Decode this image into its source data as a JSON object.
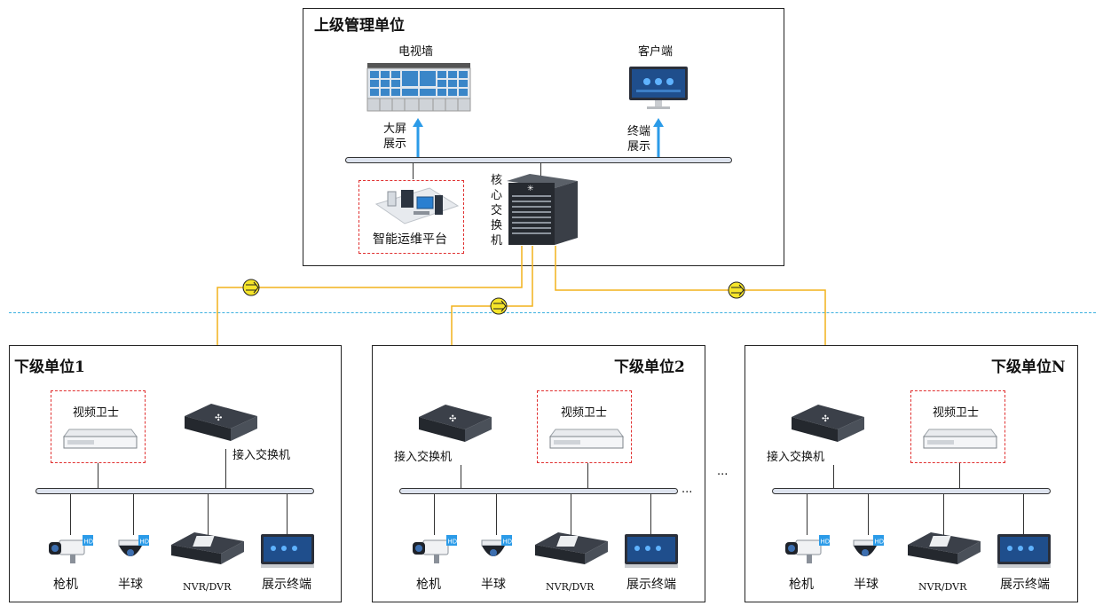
{
  "top_unit": {
    "title": "上级管理单位",
    "tv_wall_label": "电视墙",
    "client_label": "客户端",
    "big_screen_label_1": "大屏",
    "big_screen_label_2": "展示",
    "terminal_label_1": "终端",
    "terminal_label_2": "展示",
    "ops_platform_label": "智能运维平台",
    "core_switch_label": [
      "核",
      "心",
      "交",
      "换",
      "机"
    ]
  },
  "units": [
    {
      "title": "下级单位1",
      "guard_label": "视频卫士",
      "switch_label": "接入交换机",
      "devices": [
        "枪机",
        "半球",
        "NVR/DVR",
        "展示终端"
      ]
    },
    {
      "title": "下级单位2",
      "guard_label": "视频卫士",
      "switch_label": "接入交换机",
      "devices": [
        "枪机",
        "半球",
        "NVR/DVR",
        "展示终端"
      ]
    },
    {
      "title": "下级单位N",
      "guard_label": "视频卫士",
      "switch_label": "接入交换机",
      "devices": [
        "枪机",
        "半球",
        "NVR/DVR",
        "展示终端"
      ]
    }
  ],
  "ellipsis_bus": "...",
  "ellipsis_mid": "...",
  "colors": {
    "fiber": "#f2b21b",
    "separator": "#3bb0e0",
    "guard_border": "#e03030",
    "arrow": "#2b9be8"
  }
}
